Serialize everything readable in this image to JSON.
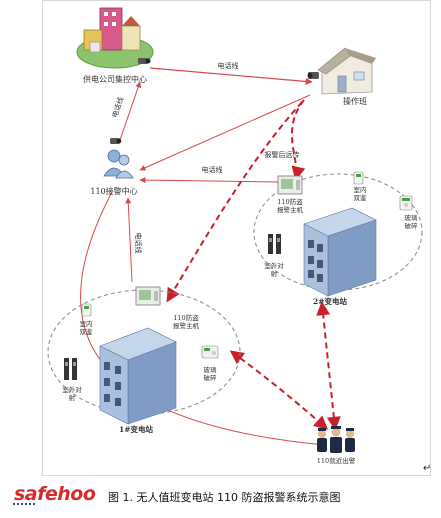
{
  "nodes": {
    "power_company_center": "供电公司集控中心",
    "duty_room": "操作班",
    "alarm_center": "110接警中心",
    "host_label_1": "110防盗",
    "host_label_2": "报警主机",
    "indoor_detector_1": "室内",
    "indoor_detector_2": "双鉴",
    "outdoor_beam_1": "室外对",
    "outdoor_beam_2": "射",
    "glass_break_1": "玻璃",
    "glass_break_2": "破碎",
    "substation_1": "1#变电站",
    "substation_2": "2#变电站",
    "patrol_police": "110就近出警"
  },
  "links": {
    "phone_line": "电话线",
    "alarm_remote": "报警后远传"
  },
  "caption": {
    "logo": "safehoo",
    "text": "图 1. 无人值班变电站 110 防盗报警系统示意图"
  },
  "colors": {
    "solid_arrow": "#d94848",
    "dashed_arrow": "#c8202a",
    "building_front": "#9db6d6",
    "building_side": "#6f8fb8",
    "building_roof": "#c6d6ea"
  }
}
